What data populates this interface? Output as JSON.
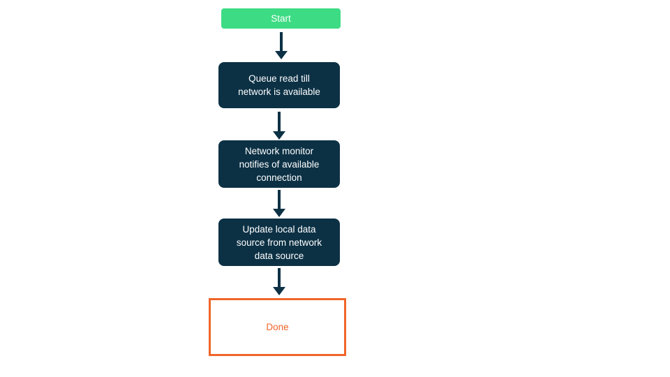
{
  "flowchart": {
    "type": "flowchart",
    "direction": "top-down",
    "nodes": [
      {
        "id": "start",
        "label": "Start",
        "shape": "rounded-rect",
        "fill": "#3DDC84",
        "text_color": "#FFFFFF"
      },
      {
        "id": "queue",
        "label": "Queue read till\nnetwork is available",
        "shape": "rounded-rect",
        "fill": "#0C3145",
        "text_color": "#FFFFFF"
      },
      {
        "id": "monitor",
        "label": "Network monitor\nnotifies of available\nconnection",
        "shape": "rounded-rect",
        "fill": "#0C3145",
        "text_color": "#FFFFFF"
      },
      {
        "id": "update",
        "label": "Update local data\nsource from network\ndata source",
        "shape": "rounded-rect",
        "fill": "#0C3145",
        "text_color": "#FFFFFF"
      },
      {
        "id": "done",
        "label": "Done",
        "shape": "rect-outline",
        "fill": "#FFFFFF",
        "border_color": "#F0652A",
        "text_color": "#F0652A"
      }
    ],
    "edges": [
      {
        "from": "start",
        "to": "queue",
        "style": "arrow-down"
      },
      {
        "from": "queue",
        "to": "monitor",
        "style": "arrow-down"
      },
      {
        "from": "monitor",
        "to": "update",
        "style": "arrow-down"
      },
      {
        "from": "update",
        "to": "done",
        "style": "arrow-down"
      }
    ],
    "colors": {
      "start_fill": "#3DDC84",
      "process_fill": "#0C3145",
      "done_border": "#F0652A",
      "done_text": "#F0652A",
      "node_text": "#FFFFFF",
      "arrow": "#0C3145",
      "background": "#FFFFFF"
    }
  }
}
